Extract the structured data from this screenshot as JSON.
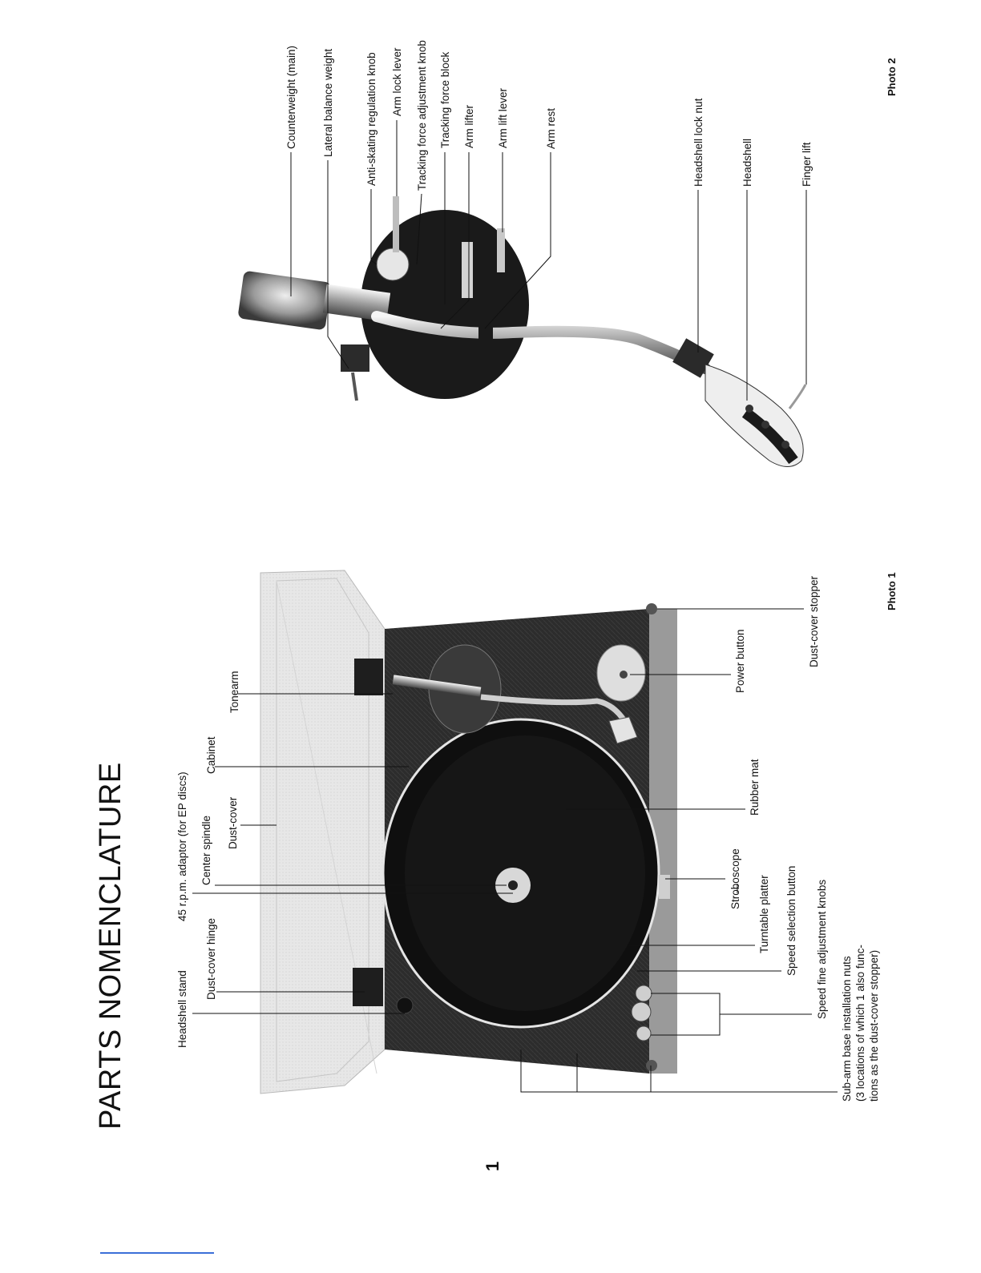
{
  "title": "PARTS NOMENCLATURE",
  "page_number": "1",
  "photo1": {
    "caption": "Photo 1",
    "labels": {
      "headshell_stand": "Headshell stand",
      "dust_cover_hinge": "Dust-cover hinge",
      "adaptor_45": "45 r.p.m. adaptor (for EP discs)",
      "center_spindle": "Center spindle",
      "dust_cover": "Dust-cover",
      "cabinet": "Cabinet",
      "tonearm": "Tonearm",
      "power_button": "Power button",
      "dust_cover_stopper": "Dust-cover stopper",
      "rubber_mat": "Rubber mat",
      "stroboscope": "Stroboscope",
      "turntable_platter": "Turntable platter",
      "speed_selection_button": "Speed selection button",
      "speed_fine_adjustment_knobs": "Speed fine adjustment knobs",
      "sub_arm_line1": "Sub-arm base installation nuts",
      "sub_arm_line2": "(3 locations of which 1 also func-",
      "sub_arm_line3": "tions as the dust-cover stopper)"
    }
  },
  "photo2": {
    "caption": "Photo 2",
    "labels": {
      "counterweight_main": "Counterweight (main)",
      "lateral_balance_weight": "Lateral balance weight",
      "anti_skating_knob": "Anti-skating regulation knob",
      "arm_lock_lever": "Arm lock lever",
      "tracking_force_knob": "Tracking force adjustment knob",
      "tracking_force_block": "Tracking force block",
      "arm_lifter": "Arm lifter",
      "arm_lift_lever": "Arm lift lever",
      "arm_rest": "Arm rest",
      "headshell_lock_nut": "Headshell lock nut",
      "headshell": "Headshell",
      "finger_lift": "Finger lift"
    }
  }
}
